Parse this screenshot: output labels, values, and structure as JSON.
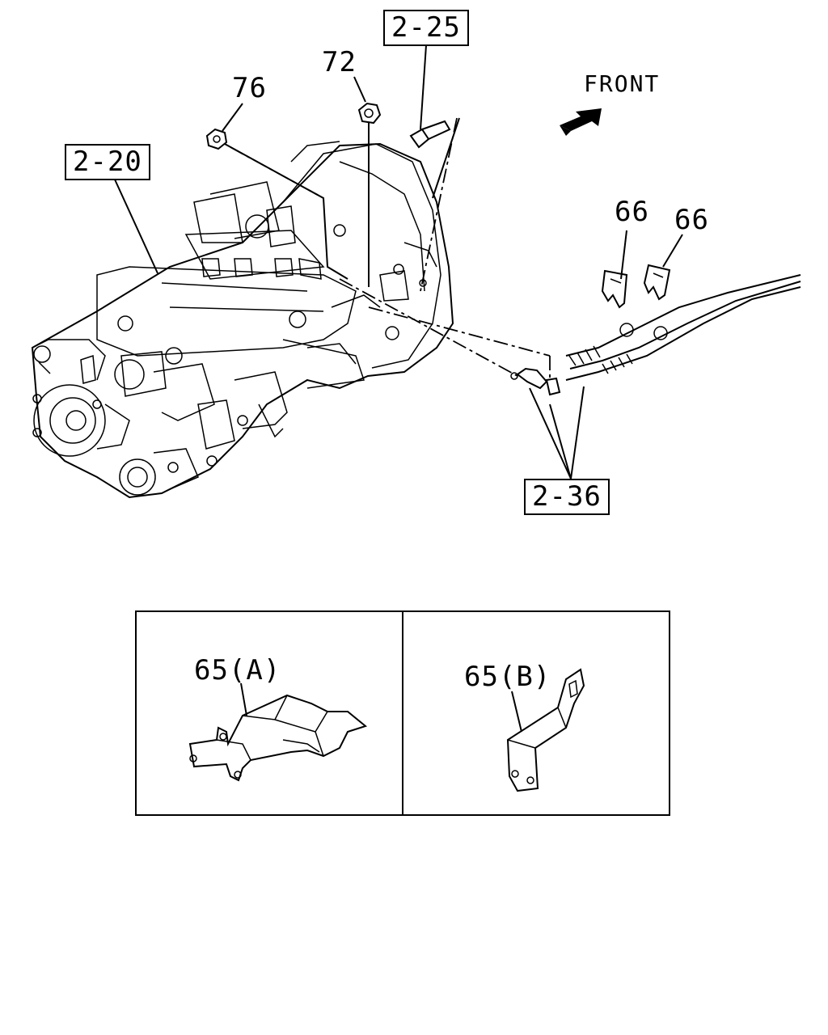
{
  "labels": {
    "ref_2_25": "2-25",
    "ref_2_20": "2-20",
    "ref_2_36": "2-36",
    "part_72": "72",
    "part_76": "76",
    "part_66_left": "66",
    "part_66_right": "66",
    "part_65a": "65(A)",
    "part_65b": "65(B)",
    "front": "FRONT"
  }
}
